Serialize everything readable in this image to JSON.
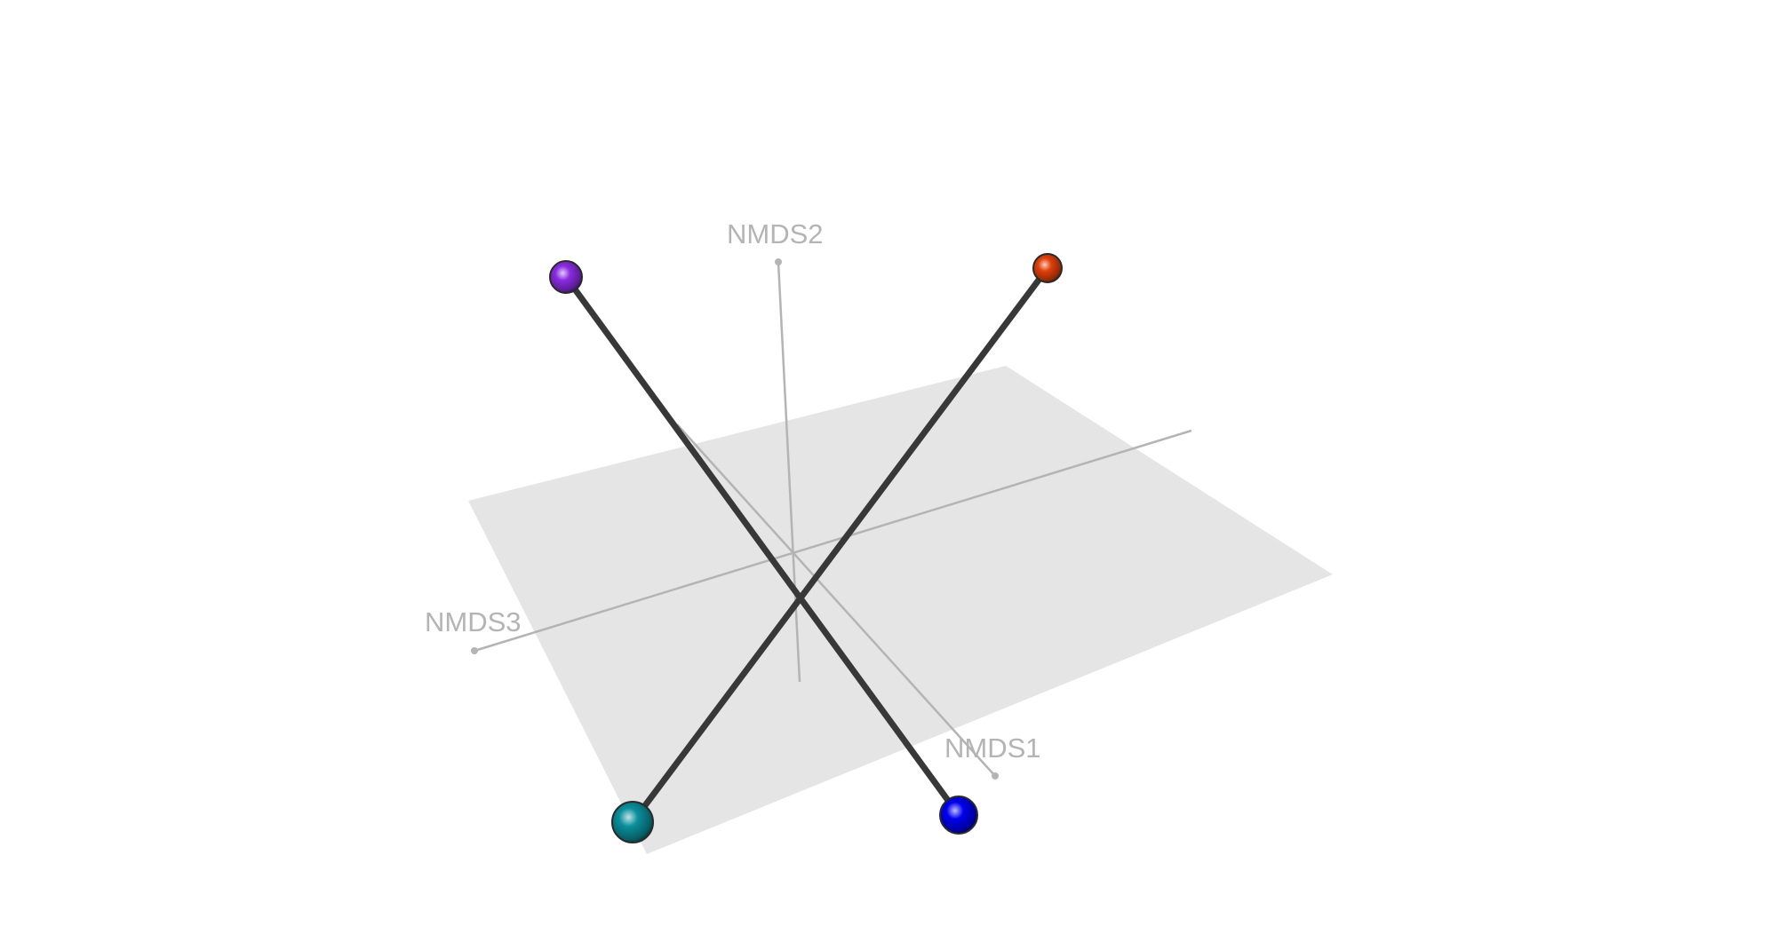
{
  "chart_data": {
    "type": "scatter",
    "projection": "3d",
    "title": "",
    "axes": [
      {
        "name": "NMDS1"
      },
      {
        "name": "NMDS2"
      },
      {
        "name": "NMDS3"
      }
    ],
    "ground_plane": true,
    "points": [
      {
        "color": "#8a2be2"
      },
      {
        "color": "#e0400a"
      },
      {
        "color": "#0a8f9c"
      },
      {
        "color": "#0000ee"
      }
    ],
    "segments": [
      {
        "from": 0,
        "to": 3
      },
      {
        "from": 1,
        "to": 2
      }
    ],
    "colors": {
      "plane": "#e5e5e5",
      "axis": "#b4b4b4",
      "segment": "#383838"
    }
  }
}
